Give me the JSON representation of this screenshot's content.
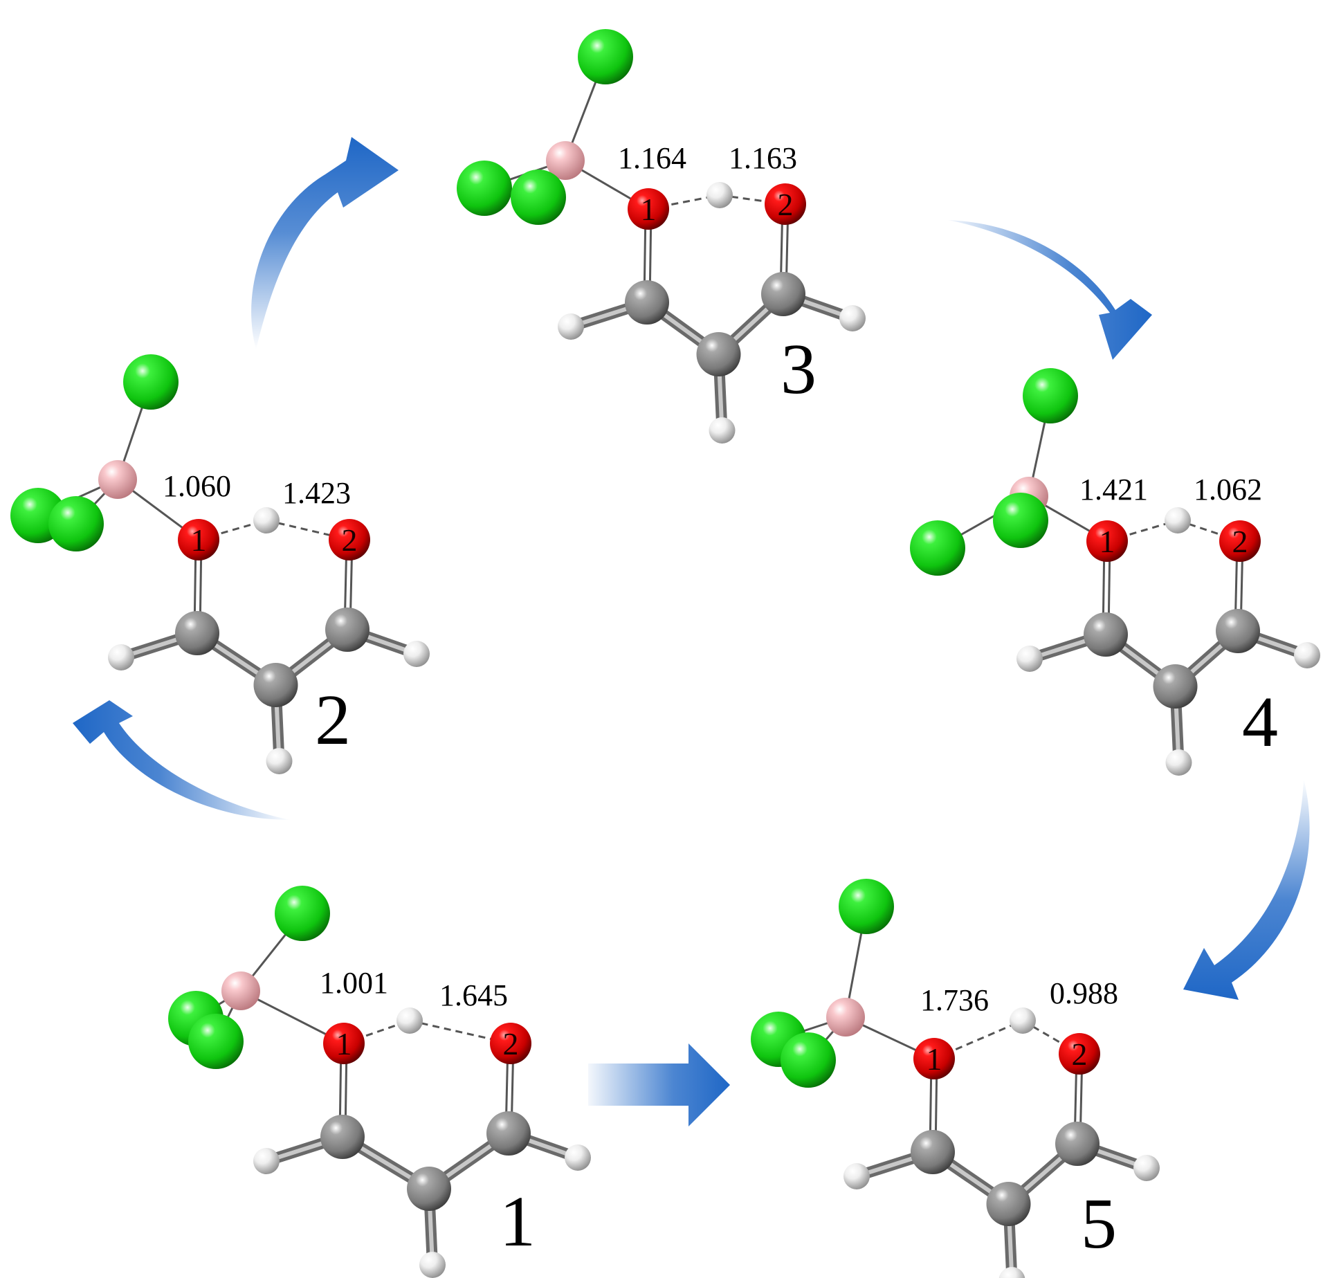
{
  "colors": {
    "arrow": "#1f67c6",
    "chlorine": "#19d219",
    "boron": "#f2b6bb",
    "oxygen": "#e00000",
    "carbon": "#8c8c8c",
    "hydrogen": "#e6e6e6"
  },
  "structures": [
    {
      "label": "1",
      "d1": "1.001",
      "d2": "1.645"
    },
    {
      "label": "2",
      "d1": "1.060",
      "d2": "1.423"
    },
    {
      "label": "3",
      "d1": "1.164",
      "d2": "1.163"
    },
    {
      "label": "4",
      "d1": "1.421",
      "d2": "1.062"
    },
    {
      "label": "5",
      "d1": "1.736",
      "d2": "0.988"
    }
  ],
  "oxygen_labels": {
    "o1": "1",
    "o2": "2"
  }
}
